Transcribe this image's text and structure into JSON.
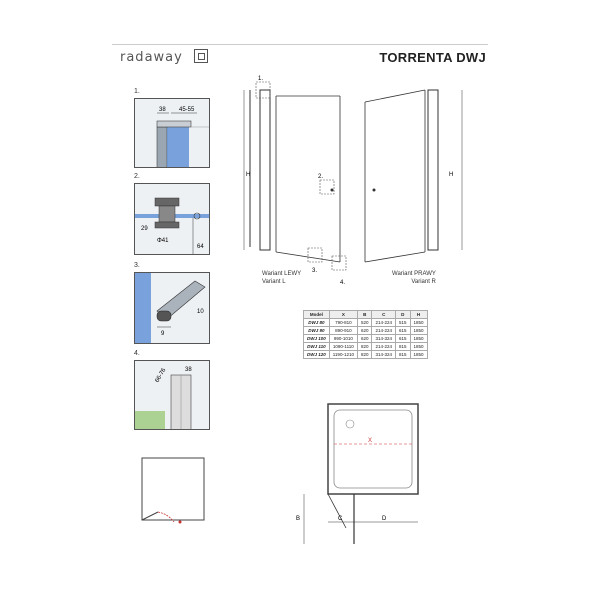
{
  "header": {
    "brand": "radaway",
    "product": "TORRENTA DWJ"
  },
  "steps": [
    {
      "label": "1.",
      "dims": [
        "38",
        "45-55"
      ]
    },
    {
      "label": "2.",
      "dims": [
        "29",
        "Φ41",
        "64"
      ]
    },
    {
      "label": "3.",
      "dims": [
        "10",
        "9"
      ]
    },
    {
      "label": "4.",
      "dims": [
        "66-76",
        "38"
      ]
    }
  ],
  "door_drawing": {
    "callouts": [
      "1.",
      "2.",
      "3.",
      "4."
    ],
    "height_label": "H",
    "variant_left": [
      "Wariant LEWY",
      "Variant L"
    ],
    "variant_right": [
      "Wariant PRAWY",
      "Variant R"
    ]
  },
  "table": {
    "headers": [
      "Model",
      "X",
      "B",
      "C",
      "D",
      "H"
    ],
    "rows": [
      [
        "DWJ 80",
        "790-810",
        "520",
        "214-224",
        "515",
        "1850"
      ],
      [
        "DWJ 90",
        "890-910",
        "620",
        "214-224",
        "615",
        "1850"
      ],
      [
        "DWJ 100",
        "990-1010",
        "620",
        "314-324",
        "615",
        "1850"
      ],
      [
        "DWJ 110",
        "1090-1110",
        "820",
        "214-224",
        "815",
        "1850"
      ],
      [
        "DWJ 120",
        "1190-1210",
        "820",
        "314-324",
        "815",
        "1850"
      ]
    ]
  },
  "plan_view": {
    "labels": [
      "X",
      "B",
      "C",
      "D"
    ]
  }
}
